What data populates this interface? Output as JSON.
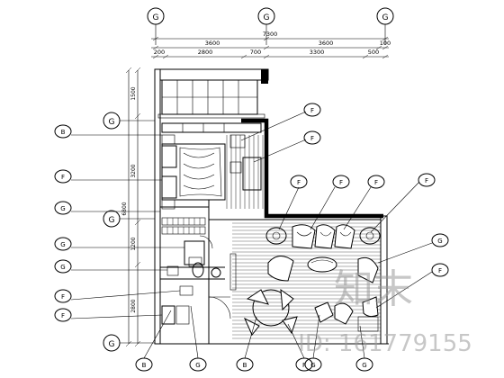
{
  "plan": {
    "axis_labels": {
      "top_left": "G",
      "top_mid": "G",
      "top_right": "G"
    },
    "dims": {
      "total": "7300",
      "row1": [
        "3600",
        "3600",
        "100"
      ],
      "row2": [
        "200",
        "2800",
        "700",
        "3300",
        "500"
      ],
      "left": [
        "1500",
        "3200",
        "6800",
        "1200",
        "2800"
      ]
    },
    "left_tags": [
      "B",
      "F",
      "G",
      "G",
      "G",
      "F",
      "F"
    ],
    "bottom_tags": [
      "B",
      "G",
      "B",
      "F",
      "G",
      "G"
    ],
    "right_tags": [
      "F",
      "F",
      "F",
      "F",
      "F",
      "F",
      "G",
      "F"
    ]
  },
  "watermark": {
    "brand": "知末",
    "id_label": "ID: 161779155"
  }
}
